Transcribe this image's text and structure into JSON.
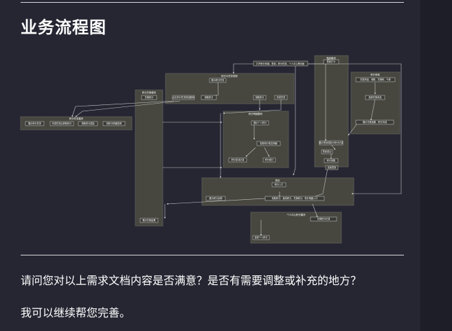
{
  "page": {
    "title": "业务流程图",
    "question": "请问您对以上需求文档内容是否满意？是否有需要调整或补充的地方？",
    "followup": "我可以继续帮您完善。"
  },
  "diagram": {
    "lanes": {
      "top_activity": "积分与任务规则",
      "left_mid": "积分任务模块",
      "tall": "积分兑换模块",
      "center": "积分明细模块",
      "right_tall": "签到模块",
      "right": "积分商城",
      "bottom_wide": "首页",
      "bottom": "个人中心积分模块"
    },
    "nodes": {
      "start": "打开积分商城、签到、积分任务、个人中心等页面",
      "top_a": "展示积分任务",
      "top_b": "点击积分任务按钮跳转",
      "top_c": "领取积分",
      "top_d": "领取积分",
      "top_e": "完成任务",
      "left_1": "展示积分任务",
      "left_2": "完成任务后获取积分",
      "left_3": "领取积分奖励",
      "left_4": "到积分明细查看",
      "tall_1": "兑换积分",
      "tall_2": "展示兑换结果",
      "center_1": "展示个人积分",
      "center_2": "查看积分收支明细",
      "center_3": "积分变动记录",
      "center_4": "积分统计",
      "sign_1": "签到打卡",
      "sign_2": "展示签到奖励与积分记录",
      "sign_3": "签到成功",
      "sign_4": "积分到账",
      "sign_5": "连续签到",
      "mall_1": "浏览商品、领取、兑换码、卡券",
      "mall_2": "选择兑换商品",
      "mall_3": "展示兑换结果、积分扣减",
      "home_1": "积分入口",
      "home_2": "展示积分余额",
      "home_3": "领取积分、使用积分、兑换积分、积分明细入口",
      "personal_1": "查看个人积分",
      "personal_2": "兑换积分记录"
    }
  }
}
